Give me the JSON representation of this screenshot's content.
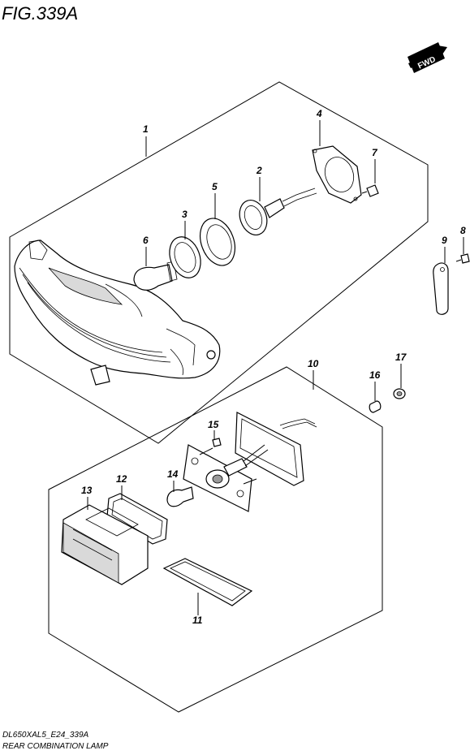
{
  "figure": {
    "title": "FIG.339A",
    "fwd_label": "FWD"
  },
  "callouts": {
    "c1": "1",
    "c2": "2",
    "c3": "3",
    "c4": "4",
    "c5": "5",
    "c6": "6",
    "c7": "7",
    "c8": "8",
    "c9": "9",
    "c10": "10",
    "c11": "11",
    "c12": "12",
    "c13": "13",
    "c14": "14",
    "c15": "15",
    "c16": "16",
    "c17": "17"
  },
  "footer": {
    "model_code": "DL650XAL5_E24_339A",
    "caption": "REAR COMBINATION LAMP"
  }
}
